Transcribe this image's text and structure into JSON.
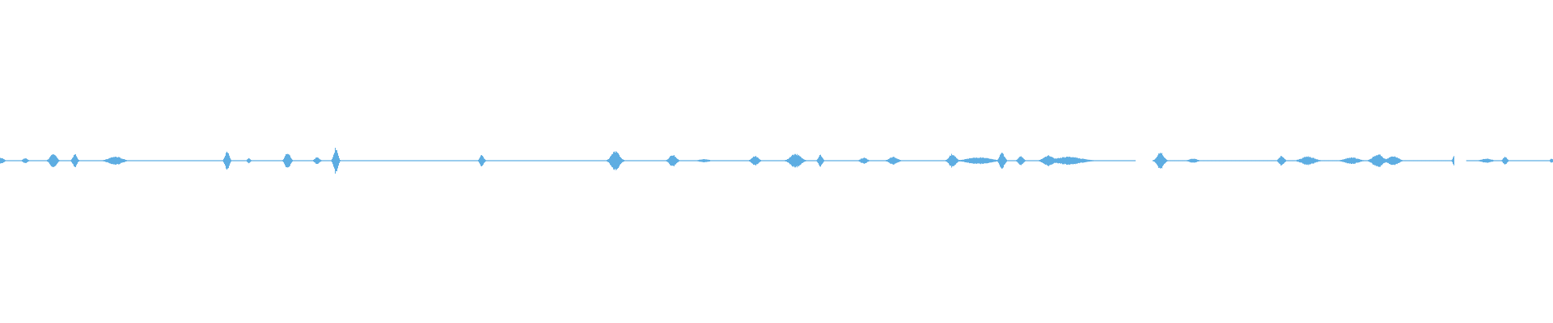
{
  "waveform": {
    "color": "#5dade2",
    "max_amplitude": 1.0,
    "baseline_amplitude": 0.02,
    "gaps": [
      [
        0.731,
        0.742
      ],
      [
        0.936,
        0.944
      ]
    ],
    "events": [
      {
        "t": 0.0,
        "a": 0.22,
        "w": 0.002
      },
      {
        "t": 0.016,
        "a": 0.18,
        "w": 0.0015
      },
      {
        "t": 0.034,
        "a": 0.58,
        "w": 0.0018
      },
      {
        "t": 0.048,
        "a": 0.5,
        "w": 0.0012
      },
      {
        "t": 0.074,
        "a": 0.3,
        "w": 0.004
      },
      {
        "t": 0.146,
        "a": 0.72,
        "w": 0.0012
      },
      {
        "t": 0.16,
        "a": 0.18,
        "w": 0.001
      },
      {
        "t": 0.185,
        "a": 0.62,
        "w": 0.0015
      },
      {
        "t": 0.204,
        "a": 0.25,
        "w": 0.0015
      },
      {
        "t": 0.216,
        "a": 0.95,
        "w": 0.0012
      },
      {
        "t": 0.31,
        "a": 0.42,
        "w": 0.0012
      },
      {
        "t": 0.396,
        "a": 0.68,
        "w": 0.0025
      },
      {
        "t": 0.433,
        "a": 0.45,
        "w": 0.002
      },
      {
        "t": 0.453,
        "a": 0.12,
        "w": 0.003
      },
      {
        "t": 0.486,
        "a": 0.35,
        "w": 0.002
      },
      {
        "t": 0.512,
        "a": 0.52,
        "w": 0.003
      },
      {
        "t": 0.528,
        "a": 0.42,
        "w": 0.0012
      },
      {
        "t": 0.556,
        "a": 0.22,
        "w": 0.002
      },
      {
        "t": 0.575,
        "a": 0.28,
        "w": 0.0025
      },
      {
        "t": 0.613,
        "a": 0.5,
        "w": 0.002
      },
      {
        "t": 0.63,
        "a": 0.25,
        "w": 0.007
      },
      {
        "t": 0.645,
        "a": 0.58,
        "w": 0.0015
      },
      {
        "t": 0.657,
        "a": 0.35,
        "w": 0.0015
      },
      {
        "t": 0.675,
        "a": 0.38,
        "w": 0.003
      },
      {
        "t": 0.688,
        "a": 0.28,
        "w": 0.008
      },
      {
        "t": 0.747,
        "a": 0.62,
        "w": 0.002
      },
      {
        "t": 0.768,
        "a": 0.15,
        "w": 0.0025
      },
      {
        "t": 0.825,
        "a": 0.35,
        "w": 0.0015
      },
      {
        "t": 0.842,
        "a": 0.3,
        "w": 0.004
      },
      {
        "t": 0.87,
        "a": 0.25,
        "w": 0.004
      },
      {
        "t": 0.887,
        "a": 0.48,
        "w": 0.003
      },
      {
        "t": 0.897,
        "a": 0.35,
        "w": 0.003
      },
      {
        "t": 0.937,
        "a": 0.55,
        "w": 0.0012
      },
      {
        "t": 0.957,
        "a": 0.15,
        "w": 0.003
      },
      {
        "t": 0.969,
        "a": 0.3,
        "w": 0.0012
      },
      {
        "t": 0.999,
        "a": 0.15,
        "w": 0.001
      }
    ]
  }
}
